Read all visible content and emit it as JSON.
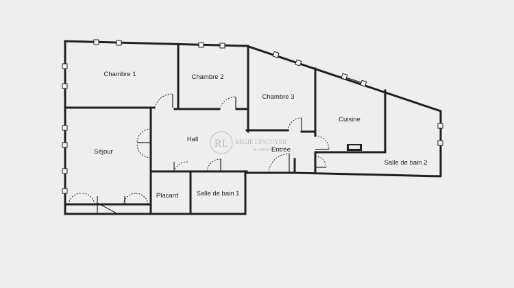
{
  "rooms": {
    "chambre1": "Chambre 1",
    "chambre2": "Chambre 2",
    "chambre3": "Chambre 3",
    "cuisine": "Cuisine",
    "sejour": "Séjour",
    "hall": "Hall",
    "entree": "Entrée",
    "placard": "Placard",
    "sdb1": "Salle de bain 1",
    "sdb2": "Salle de bain 2"
  },
  "watermark": {
    "monogram": "RL",
    "agency": "RÉGIE LESCUYER",
    "tagline": "& ASSOCIÉS"
  },
  "colors": {
    "background": "#efeeeb",
    "walls": "#1f1f1f",
    "watermark": "#b9bbc0"
  }
}
